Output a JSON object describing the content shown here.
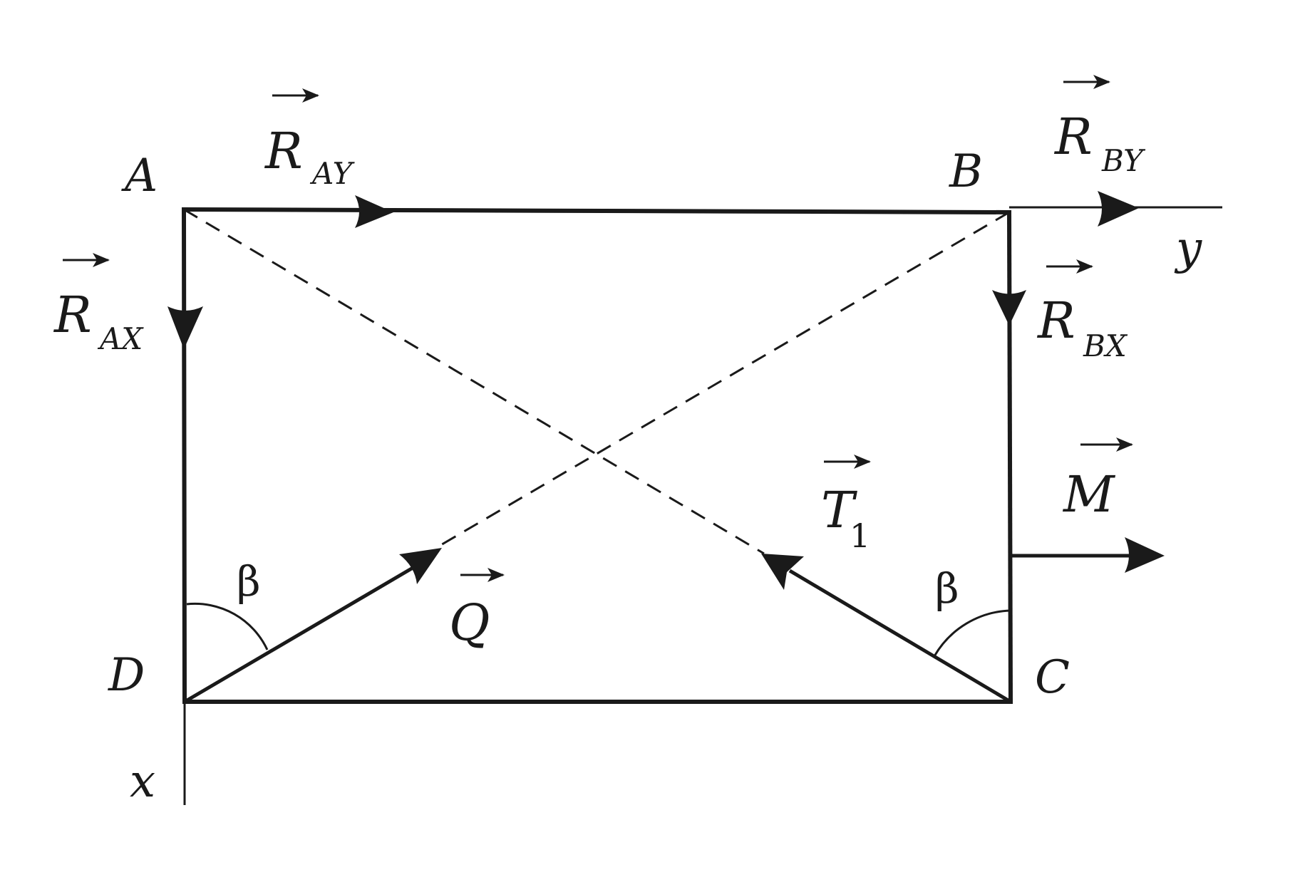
{
  "points": {
    "A": "A",
    "B": "B",
    "C": "C",
    "D": "D"
  },
  "axes": {
    "x": "x",
    "y": "y"
  },
  "forces": {
    "R_AY": {
      "main": "R",
      "sub": "AY"
    },
    "R_AX": {
      "main": "R",
      "sub": "AX"
    },
    "R_BY": {
      "main": "R",
      "sub": "BY"
    },
    "R_BX": {
      "main": "R",
      "sub": "BX"
    },
    "M": {
      "main": "M"
    },
    "T1": {
      "main": "T",
      "sub": "1"
    },
    "Q": {
      "main": "Q"
    }
  },
  "angles": {
    "D": "β",
    "C": "β"
  },
  "colors": {
    "ink": "#1a1a1a",
    "background": "#ffffff"
  }
}
